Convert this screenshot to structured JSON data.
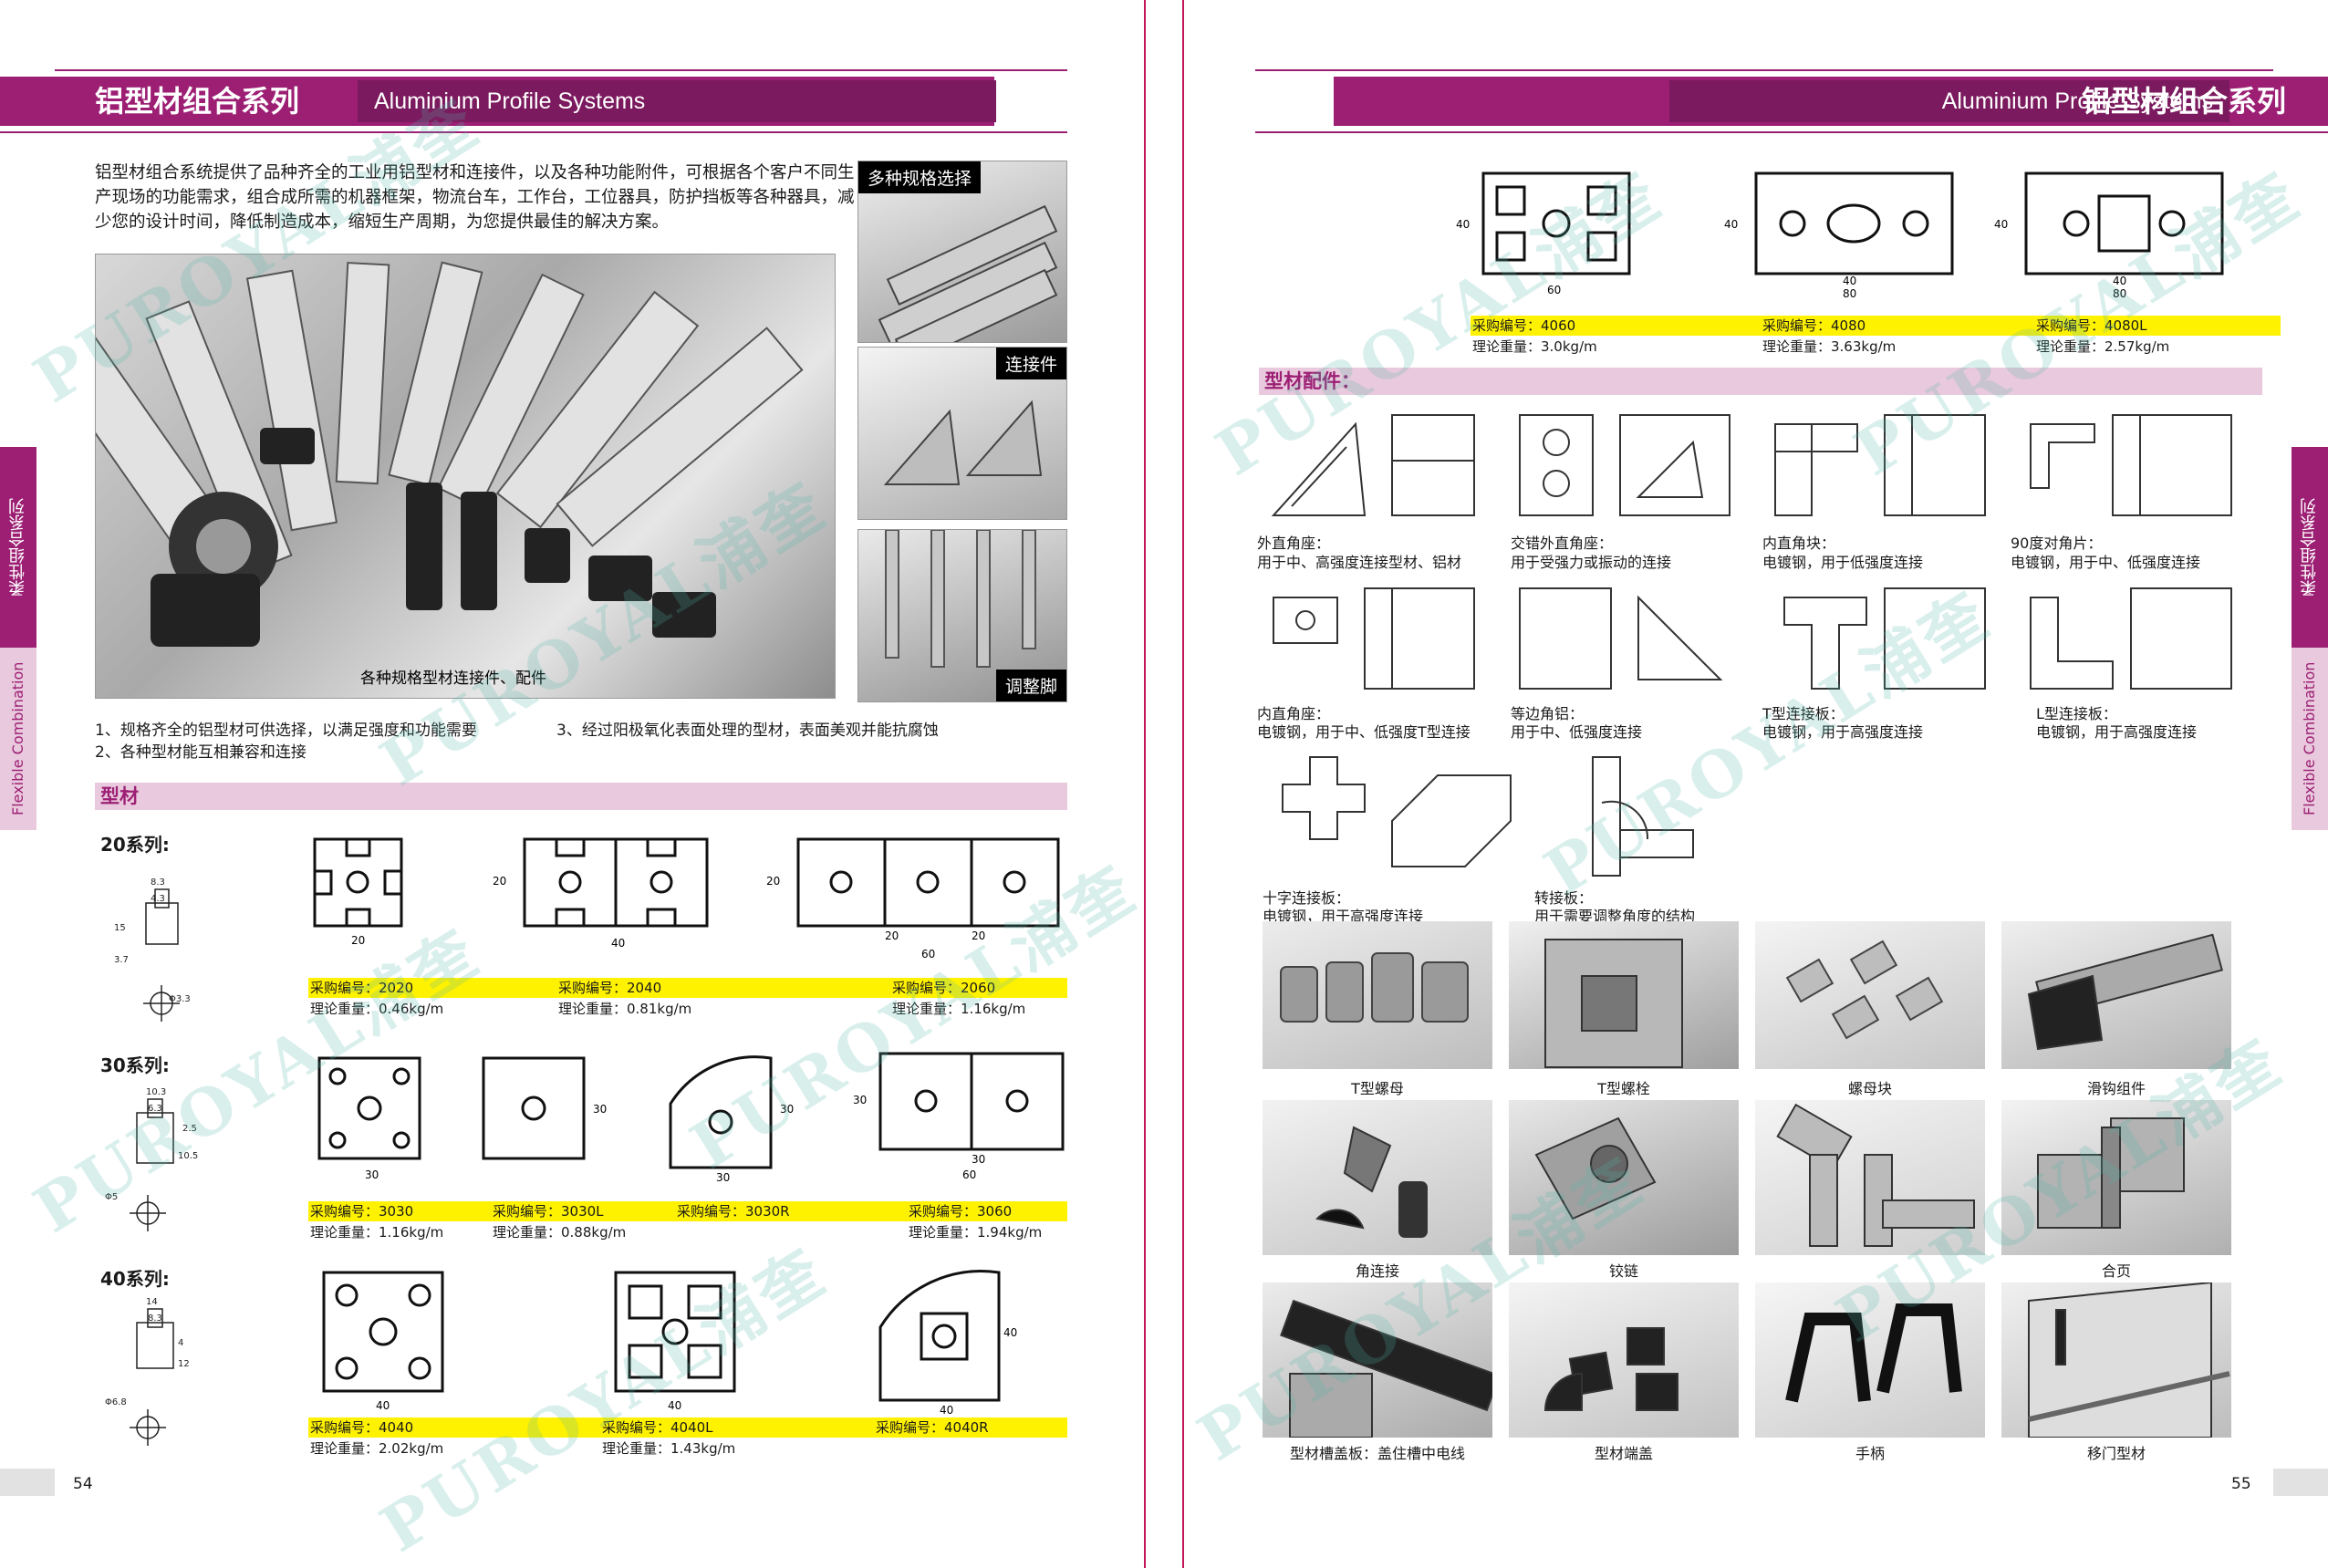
{
  "left": {
    "title": "铝型材组合系列",
    "subtitle": "Aluminium Profile Systems",
    "intro": "铝型材组合系统提供了品种齐全的工业用铝型材和连接件，以及各种功能附件，可根据各个客户不同生产现场的功能需求，组合成所需的机器框架，物流台车，工作台，工位器具，防护挡板等各种器具，减少您的设计时间，降低制造成本，缩短生产周期，为您提供最佳的解决方案。",
    "main_photo_caption": "各种规格型材连接件、配件",
    "side_photos": [
      "多种规格选择",
      "连接件",
      "调整脚"
    ],
    "notes": [
      "1、规格齐全的铝型材可供选择，以满足强度和功能需要",
      "2、各种型材能互相兼容和连接",
      "3、经过阳极氧化表面处理的型材，表面美观并能抗腐蚀"
    ],
    "section_title": "型材",
    "side_tab_dark": "柔性组合系列",
    "side_tab_light": "Flexible Combination",
    "page_number": "54",
    "series": [
      {
        "label": "20系列:",
        "items": [
          {
            "code": "采购编号：2020",
            "weight": "理论重量：0.46kg/m"
          },
          {
            "code": "采购编号：2040",
            "weight": "理论重量：0.81kg/m"
          },
          {
            "code": "采购编号：2060",
            "weight": "理论重量：1.16kg/m"
          }
        ]
      },
      {
        "label": "30系列:",
        "items": [
          {
            "code": "采购编号：3030",
            "weight": "理论重量：1.16kg/m"
          },
          {
            "code": "采购编号：3030L",
            "weight": "理论重量：0.88kg/m"
          },
          {
            "code": "采购编号：3030R",
            "weight": ""
          },
          {
            "code": "采购编号：3060",
            "weight": "理论重量：1.94kg/m"
          }
        ]
      },
      {
        "label": "40系列:",
        "items": [
          {
            "code": "采购编号：4040",
            "weight": "理论重量：2.02kg/m"
          },
          {
            "code": "采购编号：4040L",
            "weight": "理论重量：1.43kg/m"
          },
          {
            "code": "采购编号：4040R",
            "weight": ""
          }
        ]
      }
    ]
  },
  "right": {
    "title": "铝型材组合系列",
    "subtitle": "Aluminium Profile Systems",
    "side_tab_dark": "柔性组合系列",
    "side_tab_light": "Flexible Combination",
    "page_number": "55",
    "profiles": [
      {
        "code": "采购编号：4060",
        "weight": "理论重量：3.0kg/m"
      },
      {
        "code": "采购编号：4080",
        "weight": "理论重量：3.63kg/m"
      },
      {
        "code": "采购编号：4080L",
        "weight": "理论重量：2.57kg/m"
      }
    ],
    "section_title": "型材配件：",
    "fittings": [
      {
        "name": "外直角座：",
        "desc": "用于中、高强度连接型材、铝材"
      },
      {
        "name": "交错外直角座：",
        "desc": "用于受强力或振动的连接"
      },
      {
        "name": "内直角块：",
        "desc": "电镀钢，用于低强度连接"
      },
      {
        "name": "90度对角片：",
        "desc": "电镀钢，用于中、低强度连接"
      },
      {
        "name": "内直角座：",
        "desc": "电镀钢，用于中、低强度T型连接"
      },
      {
        "name": "等边角铝：",
        "desc": "用于中、低强度连接"
      },
      {
        "name": "T型连接板：",
        "desc": "电镀钢，用于高强度连接"
      },
      {
        "name": "L型连接板：",
        "desc": "电镀钢，用于高强度连接"
      },
      {
        "name": "十字连接板：",
        "desc": "电镀钢，用于高强度连接"
      },
      {
        "name": "转接板：",
        "desc": "用于需要调整角度的结构"
      }
    ],
    "photos": [
      "T型螺母",
      "T型螺栓",
      "螺母块",
      "滑钩组件",
      "角连接",
      "铰链",
      "",
      "合页",
      "型材槽盖板：盖住槽中电线",
      "型材端盖",
      "手柄",
      "移门型材"
    ]
  },
  "watermark": "PUROYAL浦奎",
  "colors": {
    "brand": "#9c1f74",
    "highlight": "#fff200",
    "tab_light": "#e9c9dd"
  }
}
